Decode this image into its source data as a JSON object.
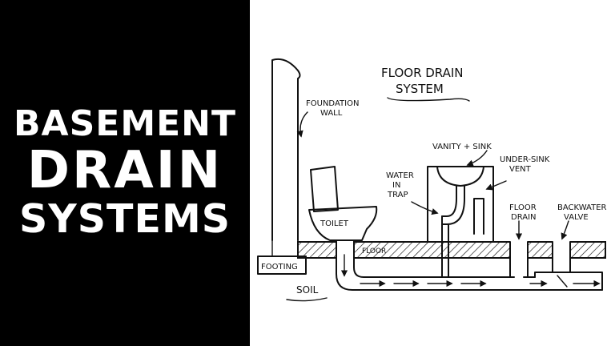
{
  "thumbnail": {
    "title_lines": [
      "BASEMENT",
      "DRAIN",
      "SYSTEMS"
    ],
    "background_left": "#000000",
    "text_color": "#ffffff"
  },
  "diagram": {
    "title_line1": "FLOOR DRAIN",
    "title_line2": "SYSTEM",
    "labels": {
      "foundation_1": "FOUNDATION",
      "foundation_2": "WALL",
      "vanity": "VANITY + SINK",
      "undersink_1": "UNDER-SINK",
      "undersink_2": "VENT",
      "water_1": "WATER",
      "water_2": "IN",
      "water_3": "TRAP",
      "toilet": "TOILET",
      "floor_drain_1": "FLOOR",
      "floor_drain_2": "DRAIN",
      "backwater_1": "BACKWATER",
      "backwater_2": "VALVE",
      "floor": "FLOOR",
      "footing": "FOOTING",
      "soil": "SOIL"
    }
  }
}
